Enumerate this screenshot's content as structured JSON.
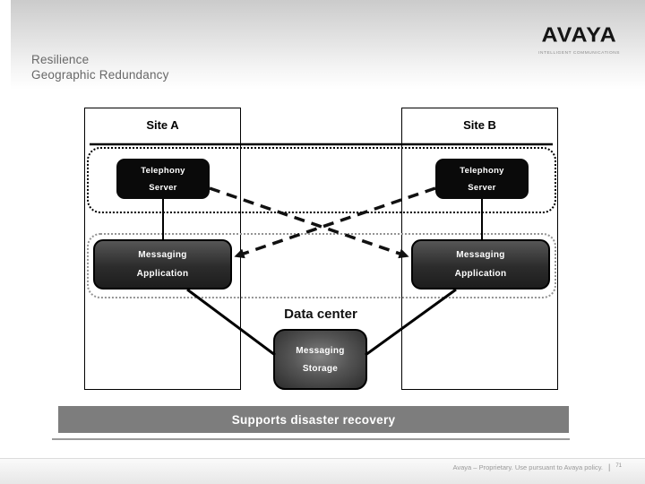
{
  "slide": {
    "title_line1": "Resilience",
    "title_line2": "Geographic Redundancy"
  },
  "logo": {
    "brand": "AVAYA",
    "tagline": "INTELLIGENT COMMUNICATIONS"
  },
  "diagram": {
    "site_a": {
      "label": "Site A"
    },
    "site_b": {
      "label": "Site B"
    },
    "telephony_a": {
      "line1": "Telephony",
      "line2": "Server"
    },
    "telephony_b": {
      "line1": "Telephony",
      "line2": "Server"
    },
    "messaging_a": {
      "line1": "Messaging",
      "line2": "Application"
    },
    "messaging_b": {
      "line1": "Messaging",
      "line2": "Application"
    },
    "data_center": {
      "label": "Data center"
    },
    "storage": {
      "line1": "Messaging",
      "line2": "Storage"
    }
  },
  "banner": {
    "label": "Supports disaster recovery"
  },
  "footer": {
    "text": "Avaya – Proprietary. Use pursuant to Avaya policy.",
    "separator": "|",
    "page": "71"
  },
  "colors": {
    "banner_bg": "#7d7d7d",
    "node_black": "#0a0a0a",
    "title_gray": "#686868",
    "zone_dotted_black": "#000000",
    "zone_dotted_gray": "#949494"
  }
}
